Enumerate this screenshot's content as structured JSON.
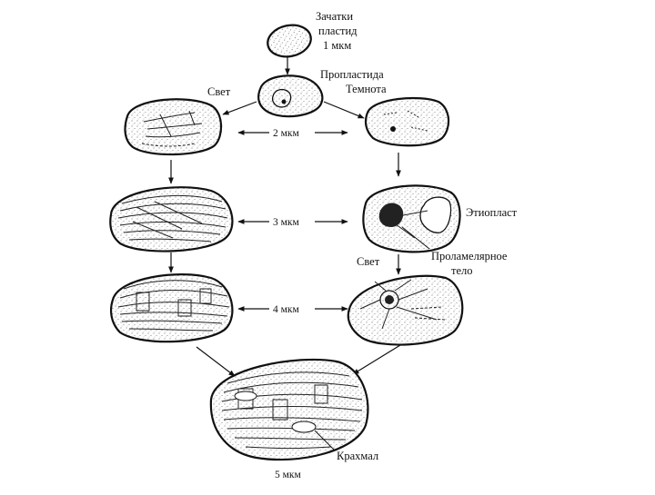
{
  "labels": {
    "proplastid_initials": "Зачатки",
    "proplastid_initials_2": "пластид",
    "proplastid_initials_size": "1 мкм",
    "proplastid": "Пропластида",
    "darkness": "Темнота",
    "light_top": "Свет",
    "light_right": "Свет",
    "etioplast": "Этиопласт",
    "prolamellar_body_1": "Проламелярное",
    "prolamellar_body_2": "тело",
    "starch": "Крахмал"
  },
  "sizes": {
    "row1": "2 мкм",
    "row2": "3 мкм",
    "row3": "4 мкм",
    "bottom": "5 мкм"
  },
  "colors": {
    "ink": "#111111",
    "background": "#ffffff"
  }
}
